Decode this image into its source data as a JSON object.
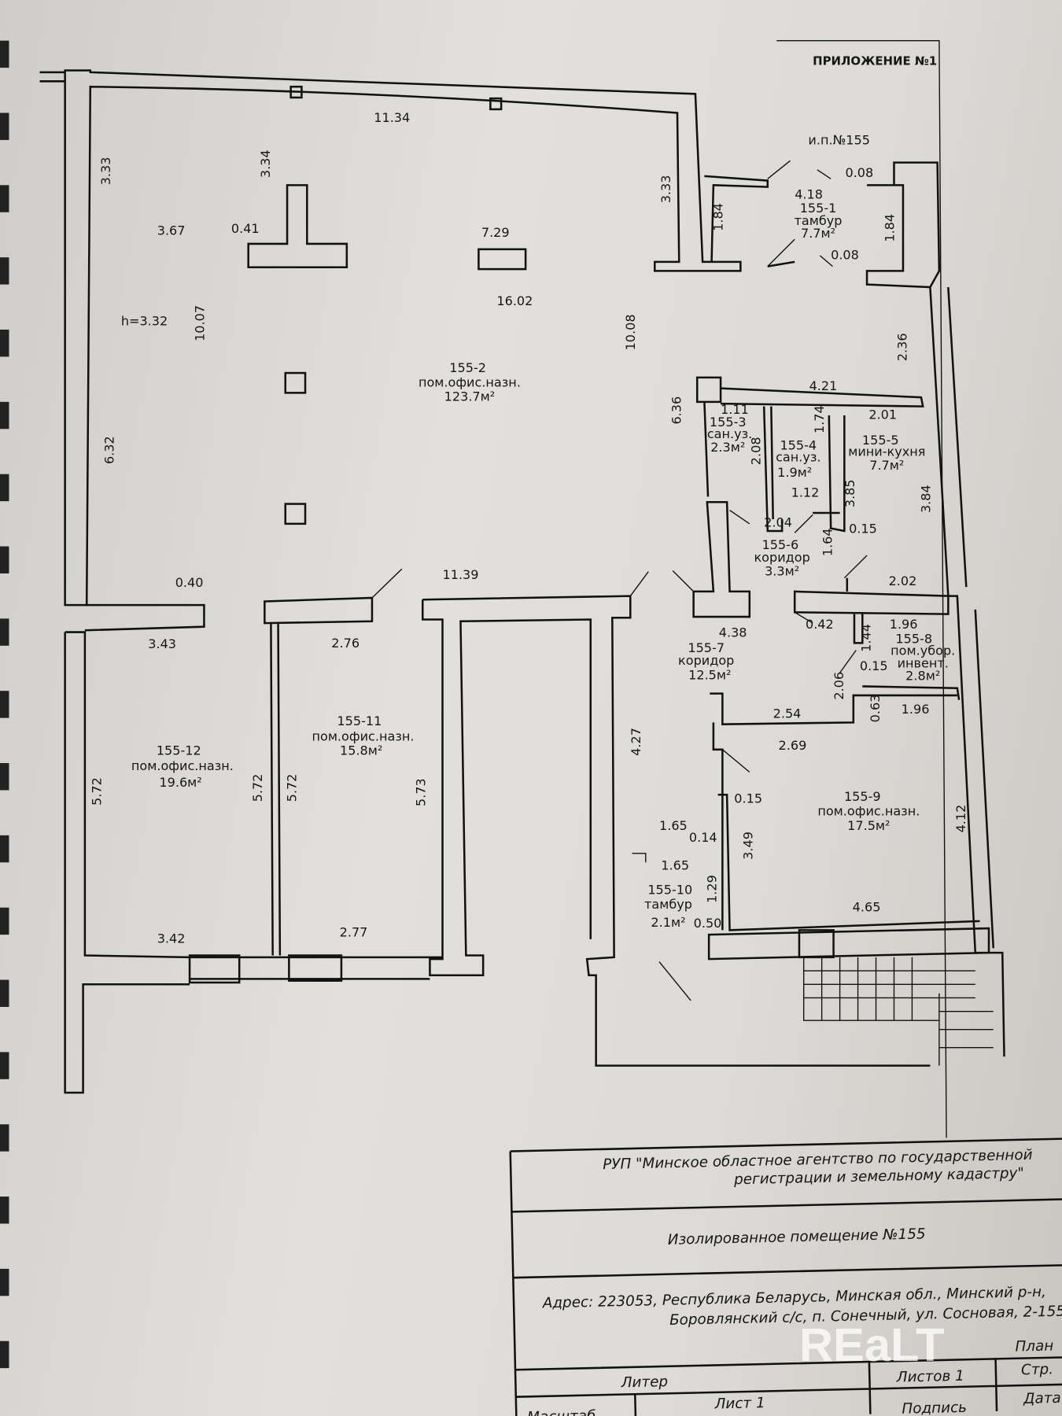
{
  "header": {
    "appendix": "ПРИЛОЖЕНИЕ №1",
    "unit": "и.п.№155"
  },
  "rooms": [
    {
      "id": "155-1",
      "name": "тамбур",
      "area": "7.7м²"
    },
    {
      "id": "155-2",
      "name": "пом.офис.назн.",
      "area": "123.7м²"
    },
    {
      "id": "155-3",
      "name": "сан.уз.",
      "area": "2.3м²"
    },
    {
      "id": "155-4",
      "name": "сан.уз.",
      "area": "1.9м²"
    },
    {
      "id": "155-5",
      "name": "мини-кухня",
      "area": "7.7м²"
    },
    {
      "id": "155-6",
      "name": "коридор",
      "area": "3.3м²"
    },
    {
      "id": "155-7",
      "name": "коридор",
      "area": "12.5м²"
    },
    {
      "id": "155-8",
      "name": "пом.убор.",
      "name2": "инвент.",
      "area": "2.8м²"
    },
    {
      "id": "155-9",
      "name": "пом.офис.назн.",
      "area": "17.5м²"
    },
    {
      "id": "155-10",
      "name": "тамбур",
      "area": "2.1м²"
    },
    {
      "id": "155-11",
      "name": "пом.офис.назн.",
      "area": "15.8м²"
    },
    {
      "id": "155-12",
      "name": "пом.офис.назн.",
      "area": "19.6м²"
    }
  ],
  "dims": [
    "11.34",
    "3.33",
    "3.34",
    "3.67",
    "0.41",
    "7.29",
    "16.02",
    "h=3.32",
    "10.07",
    "10.08",
    "3.33",
    "1.84",
    "4.18",
    "0.08",
    "1.84",
    "0.08",
    "2.36",
    "6.36",
    "4.21",
    "1.11",
    "2.01",
    "2.08",
    "1.74",
    "1.12",
    "3.85",
    "3.84",
    "2.04",
    "0.15",
    "1.64",
    "6.32",
    "0.40",
    "11.39",
    "2.02",
    "0.42",
    "4.38",
    "1.96",
    "1.44",
    "0.15",
    "2.06",
    "0.63",
    "1.96",
    "3.43",
    "2.76",
    "2.54",
    "2.69",
    "4.27",
    "5.72",
    "5.72",
    "5.72",
    "5.73",
    "0.15",
    "1.65",
    "0.14",
    "3.49",
    "4.12",
    "1.65",
    "1.29",
    "0.50",
    "3.42",
    "2.77",
    "4.65"
  ],
  "title_block": {
    "org_line1": "РУП \"Минское областное агентство по государственной",
    "org_line2": "регистрации и земельному кадастру\"",
    "title": "Изолированное помещение №155",
    "address_line1": "Адрес: 223053, Республика Беларусь, Минская обл., Минский р-н,",
    "address_line2": "Боровлянский с/с, п. Сонечный, ул. Сосновая, 2-155",
    "plan": "План",
    "liter": "Литер",
    "sheets": "Листов 1",
    "page": "Стр.",
    "sheet": "Лист 1",
    "scale": "Масштаб",
    "signature": "Подпись",
    "date": "Дата"
  },
  "watermark": "REaLT"
}
